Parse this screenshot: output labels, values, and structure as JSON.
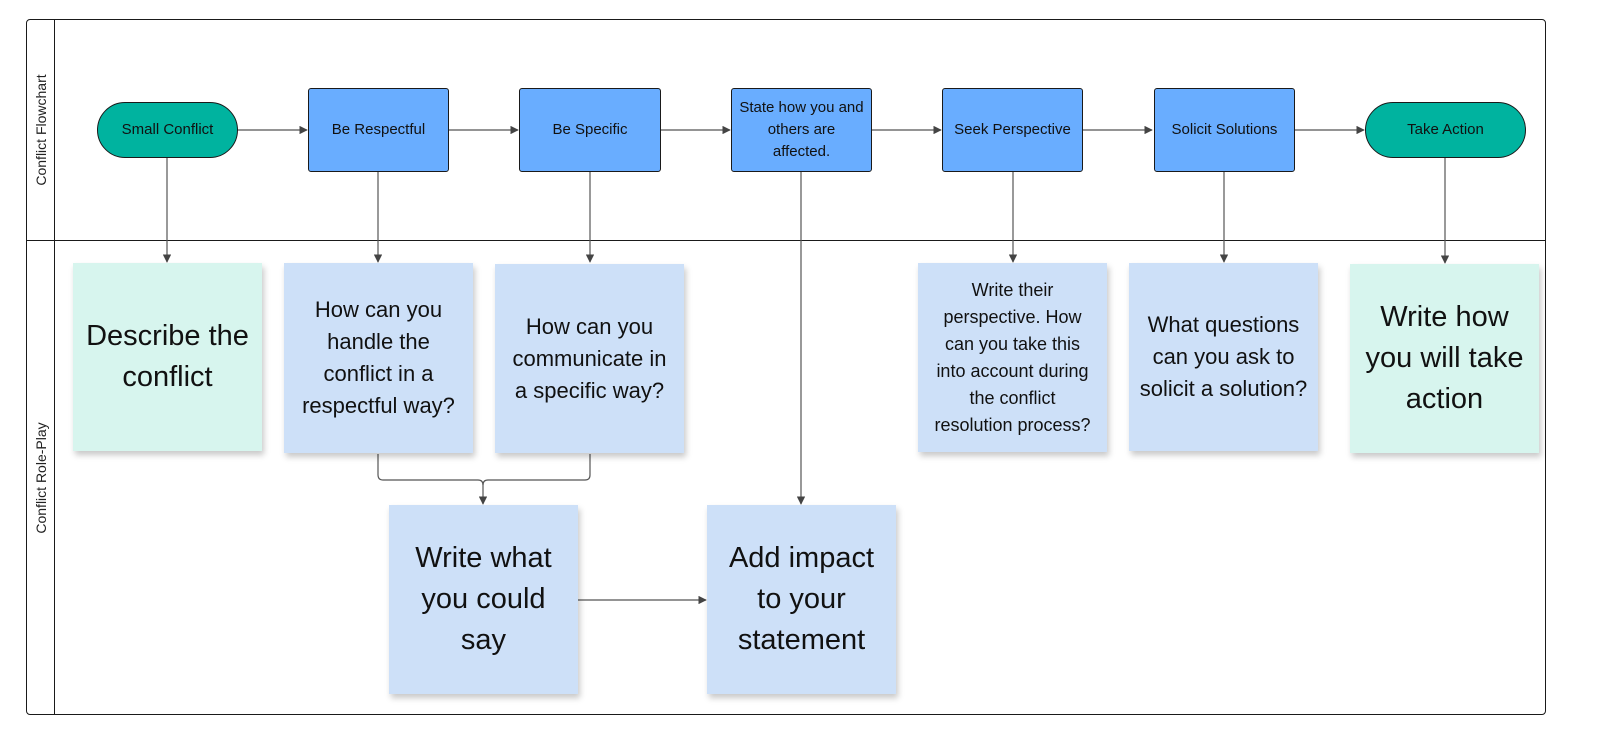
{
  "lanes": {
    "top_label": "Conflict Flowchart",
    "bottom_label": "Conflict Role-Play"
  },
  "flow": {
    "small_conflict": "Small Conflict",
    "be_respectful": "Be Respectful",
    "be_specific": "Be Specific",
    "state_affected": "State how you and others are affected.",
    "seek_perspective": "Seek Perspective",
    "solicit_solutions": "Solicit Solutions",
    "take_action": "Take Action"
  },
  "notes": {
    "describe_conflict": "Describe the conflict",
    "handle_respectful": "How can you handle the conflict in a respectful way?",
    "communicate_specific": "How can you communicate in a specific way?",
    "write_perspective": "Write their perspective.  How can you take this into account during the conflict resolution process?",
    "questions_solicit": "What questions can you ask to solicit a solution?",
    "write_action": "Write how you will take action",
    "write_what_say": "Write what you could say",
    "add_impact": "Add impact to your statement"
  },
  "colors": {
    "terminal": "#00b39f",
    "process": "#69adff",
    "note_green": "#d7f5ee",
    "note_blue": "#cde0f8",
    "line": "#555555"
  }
}
